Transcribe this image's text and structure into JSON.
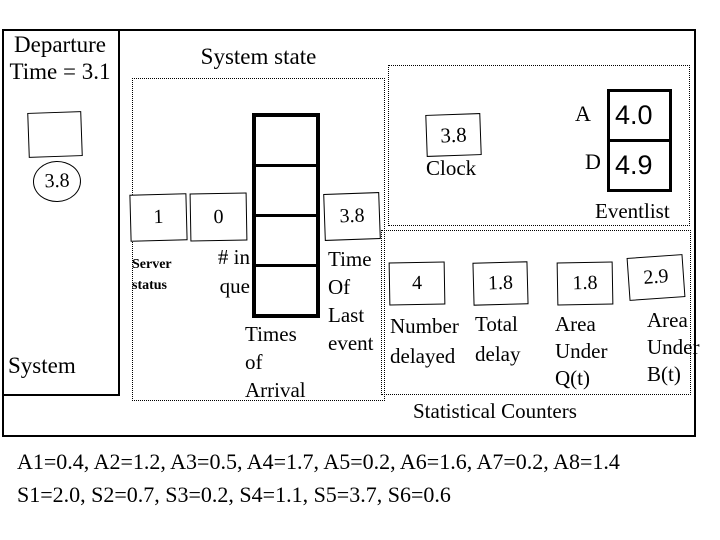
{
  "left_panel": {
    "title": [
      "Departure",
      "Time = 3.1"
    ],
    "in_service_value": "3.8",
    "label": "System"
  },
  "system_state": {
    "title": "System state",
    "server_status": {
      "value": "1",
      "label": [
        "Server",
        "status"
      ]
    },
    "number_in_queue": {
      "value": "0",
      "label": [
        "# in",
        "que"
      ]
    },
    "times_of_arrival": {
      "label": [
        "Times",
        "of",
        "Arrival"
      ]
    },
    "time_of_last_event": {
      "value": "3.8",
      "label": [
        "Time",
        "Of",
        "Last",
        "event"
      ]
    }
  },
  "clock": {
    "value": "3.8",
    "label": "Clock"
  },
  "eventlist": {
    "label": "Eventlist",
    "entries": [
      {
        "key": "A",
        "value": "4.0"
      },
      {
        "key": "D",
        "value": "4.9"
      }
    ]
  },
  "statistical_counters": {
    "title": "Statistical Counters",
    "counters": [
      {
        "value": "4",
        "label": [
          "Number",
          "delayed"
        ]
      },
      {
        "value": "1.8",
        "label": [
          "Total",
          "delay"
        ]
      },
      {
        "value": "1.8",
        "label": [
          "Area",
          "Under",
          "Q(t)"
        ]
      },
      {
        "value": "2.9",
        "label": [
          "Area",
          "Under",
          "B(t)"
        ]
      }
    ]
  },
  "footer": {
    "line1": "A1=0.4, A2=1.2, A3=0.5, A4=1.7, A5=0.2, A6=1.6, A7=0.2, A8=1.4",
    "line2": "S1=2.0, S2=0.7, S3=0.2, S4=1.1, S5=3.7, S6=0.6"
  },
  "colors": {
    "ink": "#000000",
    "background": "#ffffff"
  }
}
